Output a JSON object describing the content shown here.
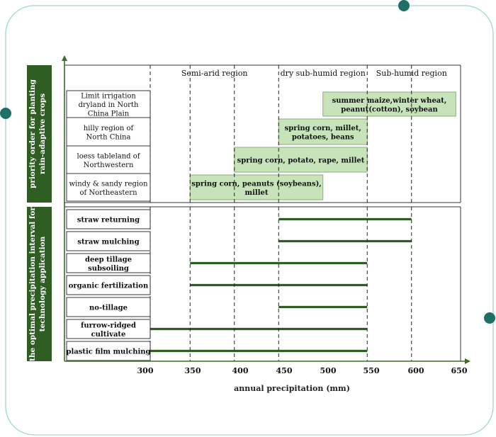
{
  "chart_data": {
    "type": "gantt",
    "xlabel": "annual precipitation  (mm)",
    "x_ticks": [
      300,
      350,
      400,
      450,
      500,
      550,
      600,
      650
    ],
    "xlim": [
      300,
      650
    ],
    "gridlines": [
      305,
      350,
      400,
      450,
      550,
      600
    ],
    "regions": [
      {
        "name": "Semi-arid  region",
        "from": 305,
        "to": 450
      },
      {
        "name": "dry  sub-humid  region",
        "from": 450,
        "to": 550
      },
      {
        "name": "Sub-humid  region",
        "from": 550,
        "to": 650
      }
    ],
    "panels": [
      {
        "title_lines": [
          "priority  order for planting",
          "rain-adaptive  crops"
        ],
        "rows": [
          {
            "label": [
              "Limit irrigation",
              "dryland in North",
              "China Plain"
            ],
            "start": 500,
            "end": 650,
            "text": [
              "summer maize,winter wheat,",
              "peanut(cotton), soybean"
            ]
          },
          {
            "label": [
              "hilly region of",
              "North China"
            ],
            "start": 450,
            "end": 550,
            "text": [
              "spring corn, millet,",
              "potatoes, beans"
            ]
          },
          {
            "label": [
              "loess tableland of",
              "Northwestern"
            ],
            "start": 400,
            "end": 550,
            "text": [
              "spring corn, potato, rape, millet"
            ]
          },
          {
            "label": [
              "windy  & sandy region",
              "of Northeastern"
            ],
            "start": 350,
            "end": 500,
            "text": [
              "spring corn, peanuts (soybeans),",
              "millet"
            ]
          }
        ]
      },
      {
        "title_lines": [
          "the optimal  precipitation  interval for",
          "technology  application"
        ],
        "rows": [
          {
            "label": [
              "straw returning"
            ],
            "start": 450,
            "end": 600
          },
          {
            "label": [
              "straw mulching"
            ],
            "start": 450,
            "end": 600
          },
          {
            "label": [
              "deep tillage",
              "subsoiling"
            ],
            "start": 350,
            "end": 550
          },
          {
            "label": [
              "organic fertilization"
            ],
            "start": 350,
            "end": 550
          },
          {
            "label": [
              "no-tillage"
            ],
            "start": 450,
            "end": 550
          },
          {
            "label": [
              "furrow-ridged",
              "cultivate"
            ],
            "start": 305,
            "end": 550
          },
          {
            "label": [
              "plastic film mulching"
            ],
            "start": 305,
            "end": 550
          }
        ]
      }
    ]
  },
  "colors": {
    "frame": "#9fd6d0",
    "dot": "#1e6f66",
    "sidebar": "#2f5e22",
    "bar_fill": "#c7e3b9",
    "bar_stroke": "#86b072",
    "line": "#2f5e22",
    "axis": "#3c6b2c"
  }
}
